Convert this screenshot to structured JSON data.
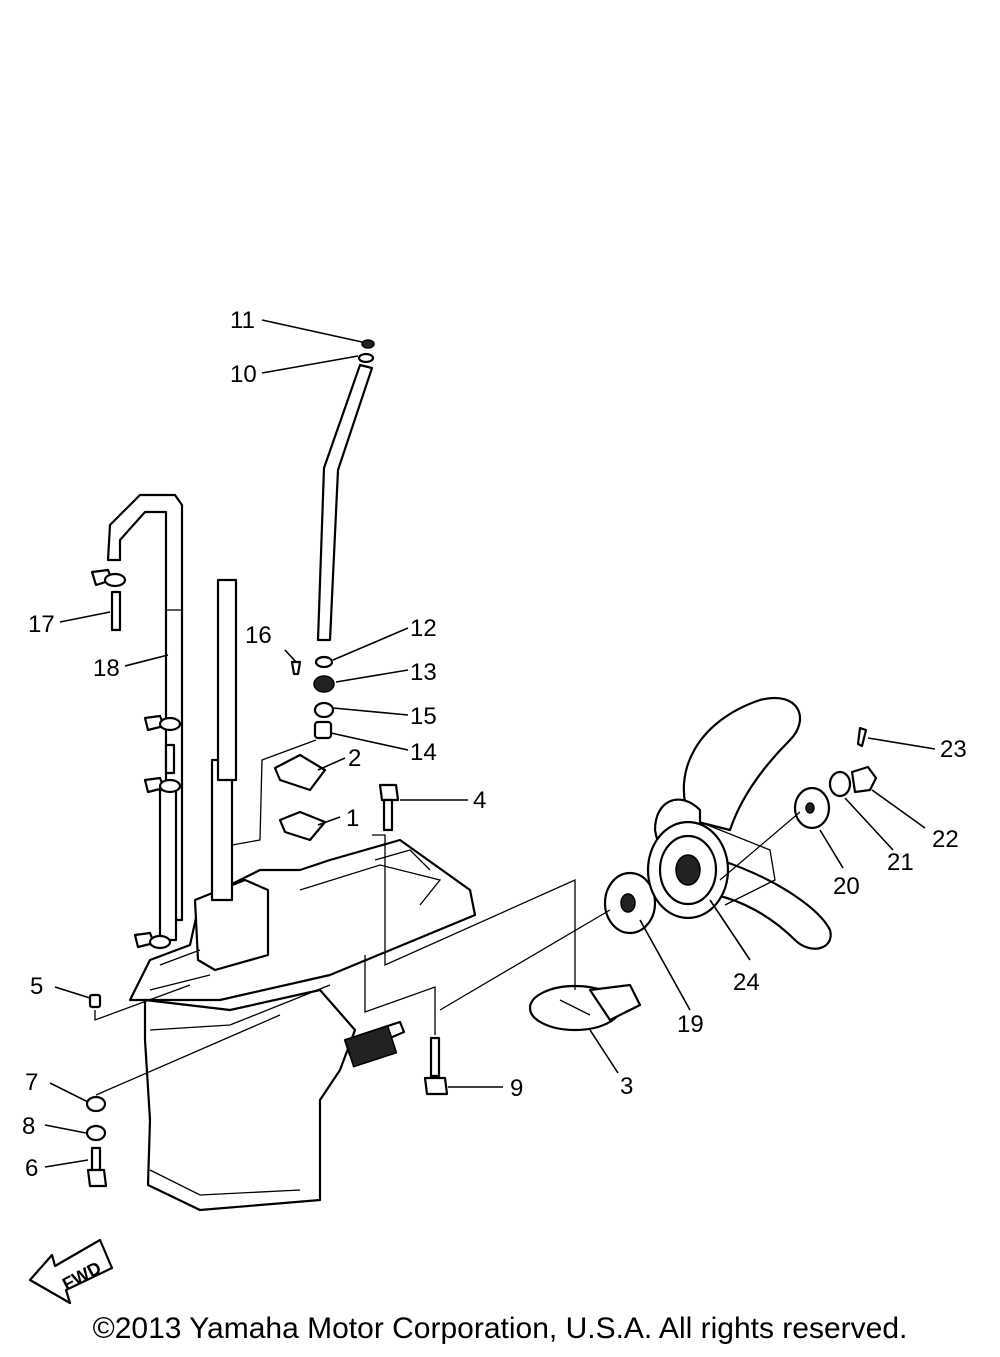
{
  "callouts": {
    "c1": "1",
    "c2": "2",
    "c3": "3",
    "c4": "4",
    "c5": "5",
    "c6": "6",
    "c7": "7",
    "c8": "8",
    "c9": "9",
    "c10": "10",
    "c11": "11",
    "c12": "12",
    "c13": "13",
    "c14": "14",
    "c15": "15",
    "c16": "16",
    "c17": "17",
    "c18": "18",
    "c19": "19",
    "c20": "20",
    "c21": "21",
    "c22": "22",
    "c23": "23",
    "c24": "24"
  },
  "fwd_label": "FWD",
  "copyright": "©2013 Yamaha Motor Corporation, U.S.A. All rights reserved."
}
